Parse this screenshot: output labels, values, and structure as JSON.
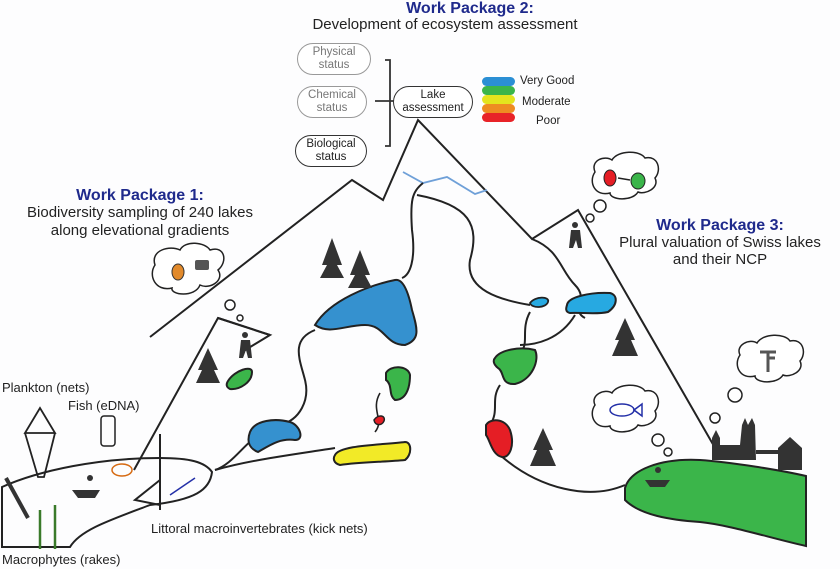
{
  "work_packages": [
    {
      "title": "Work Package 1:",
      "description_lines": [
        "Biodiversity sampling of 240 lakes",
        "along elevational gradients"
      ]
    },
    {
      "title": "Work Package 2:",
      "description_lines": [
        "Development of ecosystem assessment"
      ]
    },
    {
      "title": "Work Package 3:",
      "description_lines": [
        "Plural valuation of Swiss lakes",
        "and their NCP"
      ]
    }
  ],
  "assessment": {
    "inputs": [
      {
        "line1": "Physical",
        "line2": "status",
        "style": "grey"
      },
      {
        "line1": "Chemical",
        "line2": "status",
        "style": "grey"
      },
      {
        "line1": "Biological",
        "line2": "status",
        "style": "black"
      }
    ],
    "output": {
      "line1": "Lake",
      "line2": "assessment"
    }
  },
  "legend": {
    "colors": [
      "#2b8fd4",
      "#3bb54a",
      "#e4e41e",
      "#ee8c22",
      "#e82328"
    ],
    "labels": [
      "Very Good",
      "Moderate",
      "Poor"
    ]
  },
  "sampling_labels": {
    "plankton": "Plankton (nets)",
    "fish": "Fish (eDNA)",
    "macroinvertebrates": "Littoral macroinvertebrates (kick nets)",
    "macrophytes": "Macrophytes (rakes)"
  },
  "lake_colors": {
    "blue": "#3591cf",
    "light_blue": "#27a9e1",
    "green": "#3bb54a",
    "yellow": "#f2ea27",
    "red": "#e51e25"
  }
}
